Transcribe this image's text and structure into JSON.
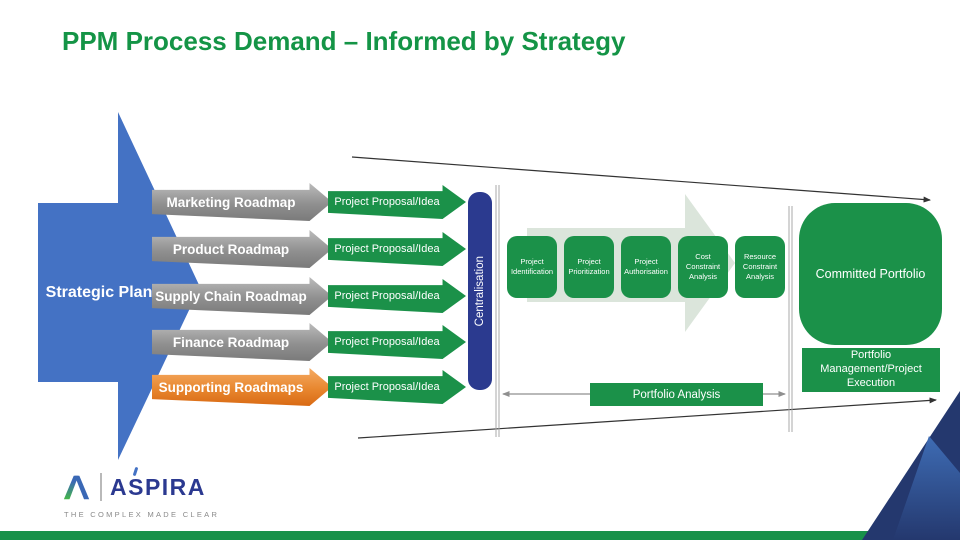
{
  "slide": {
    "title": "PPM Process Demand – Informed by Strategy"
  },
  "strategic_plan_label": "Strategic Plan",
  "roadmaps": [
    {
      "label": "Marketing Roadmap",
      "style": "gray"
    },
    {
      "label": "Product Roadmap",
      "style": "gray"
    },
    {
      "label": "Supply Chain Roadmap",
      "style": "gray"
    },
    {
      "label": "Finance Roadmap",
      "style": "gray"
    },
    {
      "label": "Supporting Roadmaps",
      "style": "orange"
    }
  ],
  "proposal_label": "Project Proposal/Idea",
  "centralisation_label": "Centralisation",
  "process_steps": [
    "Project Identification",
    "Project Prioritization",
    "Project Authorisation",
    "Cost Constraint Analysis",
    "Resource Constraint Analysis"
  ],
  "committed_portfolio_label": "Committed Portfolio",
  "portfolio_management_label": "Portfolio Management/Project Execution",
  "portfolio_analysis_label": "Portfolio Analysis",
  "logo": {
    "brand": "ASPIRA",
    "tagline": "THE COMPLEX MADE CLEAR"
  },
  "colors": {
    "title_green": "#149446",
    "shape_green": "#1B9149",
    "centralisation_navy": "#2B3A8F",
    "strategic_blue": "#4472C4",
    "supporting_orange": "#E8872F",
    "pipeline_light_green": "#DBE5DB",
    "logo_navy": "#2B3990",
    "footer_green": "#18914A",
    "corner_navy": "#24386E",
    "corner_blue": "#3E6CB4"
  }
}
